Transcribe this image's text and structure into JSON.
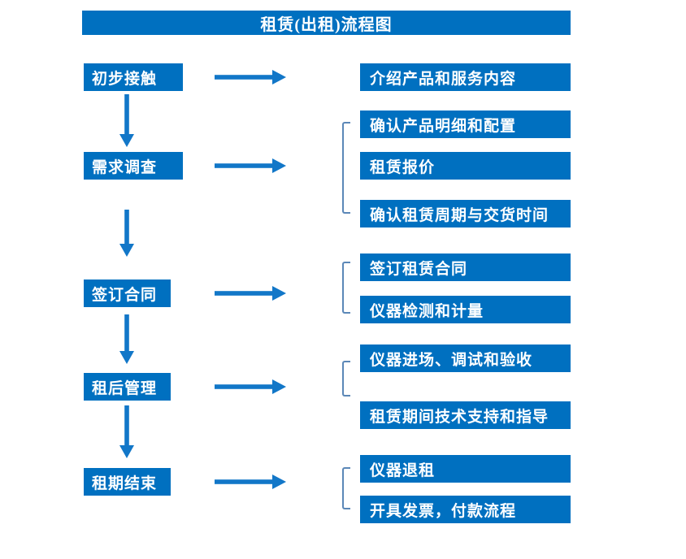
{
  "title": "租赁(出租)流程图",
  "flow": {
    "steps": [
      {
        "label": "初步接触",
        "details": [
          "介绍产品和服务内容"
        ]
      },
      {
        "label": "需求调查",
        "details": [
          "确认产品明细和配置",
          "租赁报价",
          "确认租赁周期与交货时间"
        ]
      },
      {
        "label": "签订合同",
        "details": [
          "签订租赁合同",
          "仪器检测和计量"
        ]
      },
      {
        "label": "租后管理",
        "details": [
          "仪器进场、调试和验收",
          "租赁期间技术支持和指导"
        ]
      },
      {
        "label": "租期结束",
        "details": [
          "仪器退租",
          "开具发票，付款流程"
        ]
      }
    ]
  },
  "colors": {
    "box_blue": "#0070C0",
    "arrow_blue": "#1277C8",
    "bracket_blue": "#5B87B7",
    "text_white": "#FFFFFF",
    "background": "#FFFFFF"
  }
}
